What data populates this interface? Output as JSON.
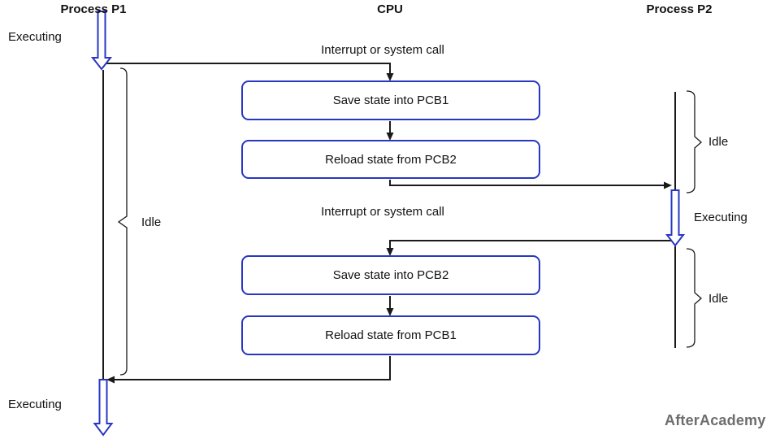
{
  "headers": {
    "p1": "Process P1",
    "cpu": "CPU",
    "p2": "Process P2"
  },
  "p1": {
    "executing_top": "Executing",
    "idle": "Idle",
    "executing_bottom": "Executing"
  },
  "p2": {
    "idle_top": "Idle",
    "executing": "Executing",
    "idle_bottom": "Idle"
  },
  "cpu_flow": {
    "interrupt_1": "Interrupt or system call",
    "interrupt_2": "Interrupt or system call",
    "boxes": [
      {
        "label": "Save state into PCB1"
      },
      {
        "label": "Reload state from PCB2"
      },
      {
        "label": "Save state into PCB2"
      },
      {
        "label": "Reload state from PCB1"
      }
    ]
  },
  "watermark": "AfterAcademy",
  "colors": {
    "accent_blue": "#2737c2",
    "line_black": "#1a1a1a",
    "watermark_gray": "#6d6d6d",
    "background": "#ffffff"
  }
}
